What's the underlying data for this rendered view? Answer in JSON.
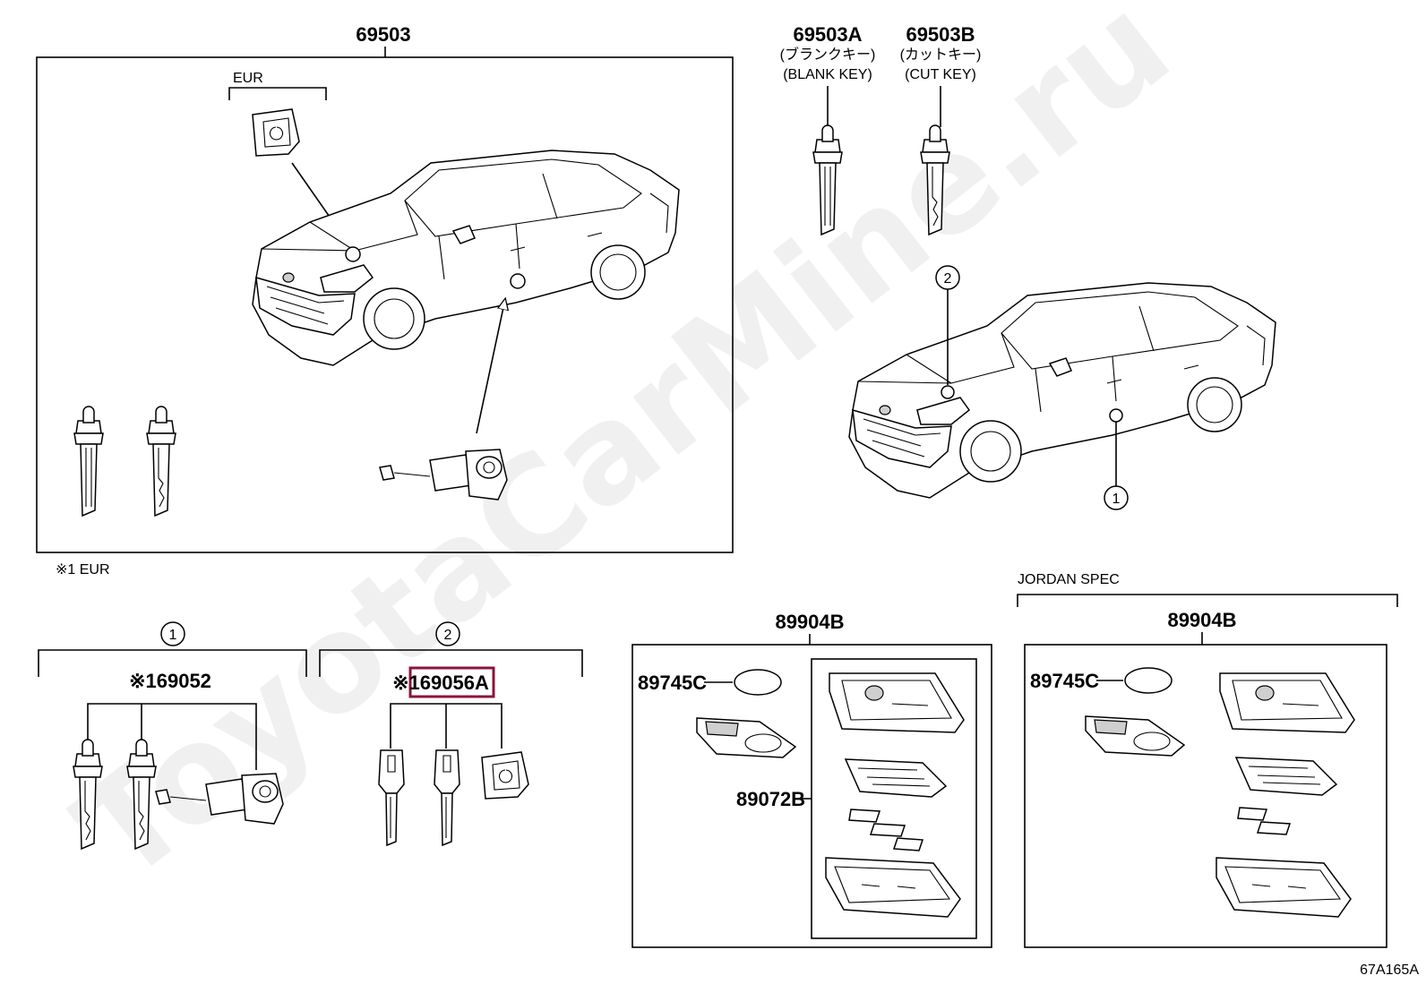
{
  "watermark": "ToyotaCarMine.ru",
  "labels": {
    "p69503": "69503",
    "eur_top": "EUR",
    "p69503A": "69503A",
    "blank_jp": "(ブランクキー)",
    "blank_en": "(BLANK KEY)",
    "p69503B": "69503B",
    "cut_jp": "(カットキー)",
    "cut_en": "(CUT KEY)",
    "note_eur": "※1 EUR",
    "circle1": "1",
    "circle2": "2",
    "p69052": "※169052",
    "p69056A": "※169056A",
    "p89904B_left": "89904B",
    "p89745C_left": "89745C",
    "p89072B": "89072B",
    "jordan_spec": "JORDAN SPEC",
    "p89904B_right": "89904B",
    "p89745C_right": "89745C",
    "diagram_code": "67A165A"
  },
  "colors": {
    "highlight": "#8a1538",
    "line": "#000000",
    "fill_grey": "#cfcfcf"
  }
}
